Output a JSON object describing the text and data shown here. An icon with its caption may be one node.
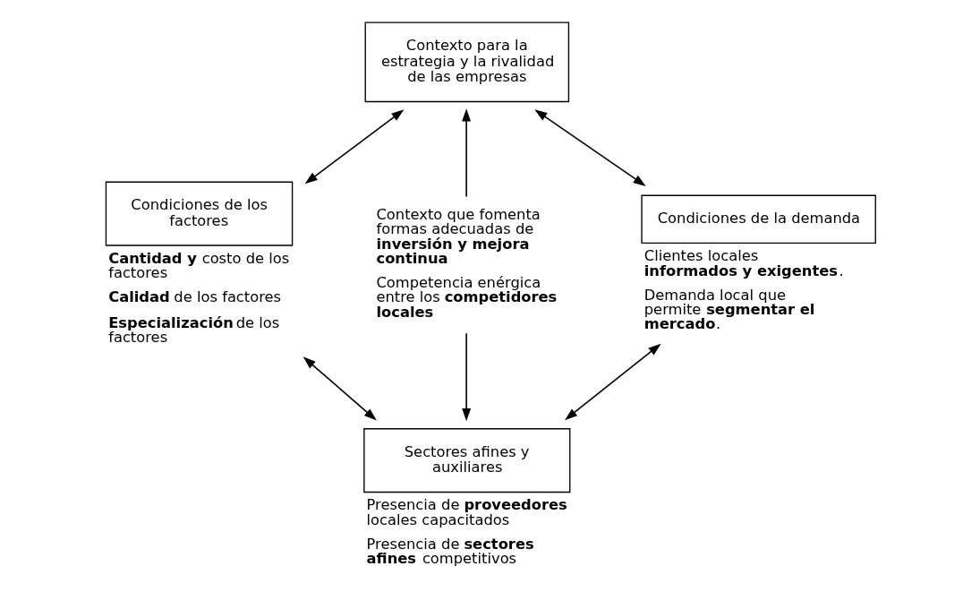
{
  "diagram": {
    "nodes": [
      {
        "text": [
          "Contexto para la estrategia y la rivalidad de las empresas"
        ]
      },
      {
        "text": [
          "Condiciones de los factores"
        ],
        "beside": [
          "**Cantidad y** costo de los factores",
          "**Calidad** de los factores",
          "**Especialización** de los factores"
        ]
      },
      {
        "text": [
          "Contexto que fomenta formas adecuadas de **inversión y mejora continua**",
          "Competencia enérgica entre los **competidores locales**"
        ]
      },
      {
        "text": [
          "Condiciones de la demanda"
        ],
        "beside": [
          "Clientes locales **informados y exigentes**.",
          "Demanda local que permite **segmentar el mercado**."
        ]
      },
      {
        "text": [
          "Sectores afines y auxiliares"
        ],
        "beside": [
          "Presencia de **proveedores** locales capacitados",
          "Presencia de **sectores afines** competitivos"
        ]
      }
    ],
    "edges": [
      {
        "from": 0,
        "to": 1,
        "arrow": "both"
      },
      {
        "from": 0,
        "to": 3,
        "arrow": "both"
      },
      {
        "from": 2,
        "to": 0,
        "arrow": "to"
      },
      {
        "from": 2,
        "to": 4,
        "arrow": "to"
      },
      {
        "from": 1,
        "to": 4,
        "arrow": "both"
      },
      {
        "from": 3,
        "to": 4,
        "arrow": "both"
      }
    ]
  }
}
